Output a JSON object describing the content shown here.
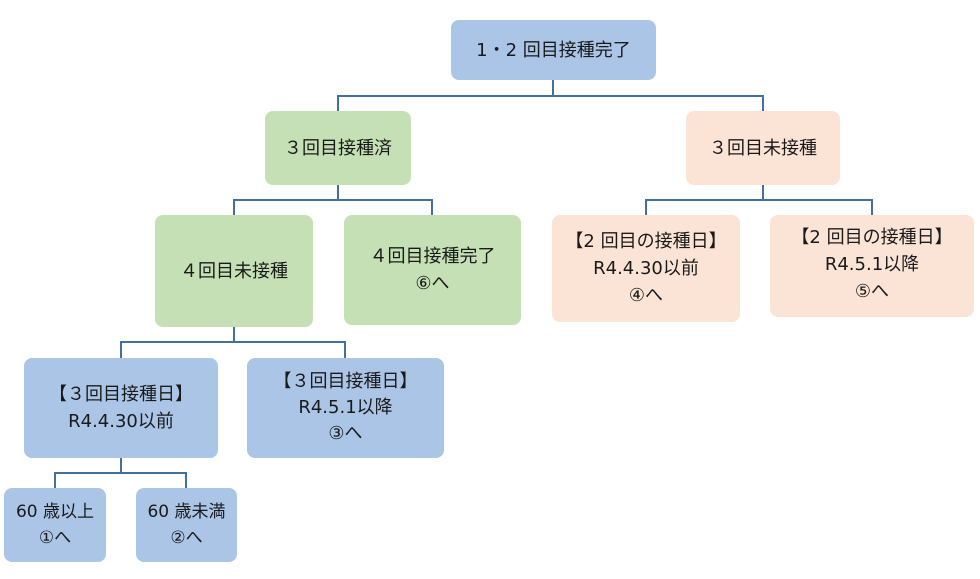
{
  "palette": {
    "blue": "#abc5e6",
    "green": "#c5e0b4",
    "peach": "#fbe4d6",
    "connector": "#41719c"
  },
  "nodes": {
    "root": {
      "lines": [
        "1・2 回目接種完了"
      ]
    },
    "d3_done": {
      "lines": [
        "３回目接種済"
      ]
    },
    "d3_not": {
      "lines": [
        "３回目未接種"
      ]
    },
    "d4_not": {
      "lines": [
        "４回目未接種"
      ]
    },
    "d4_done": {
      "lines": [
        "４回目接種完了",
        "⑥へ"
      ]
    },
    "d2_before": {
      "lines": [
        "【2 回目の接種日】",
        "R4.4.30以前",
        "④へ"
      ]
    },
    "d2_after": {
      "lines": [
        "【2 回目の接種日】",
        "R4.5.1以降",
        "⑤へ"
      ]
    },
    "d3_before": {
      "lines": [
        "【３回目接種日】",
        "R4.4.30以前"
      ]
    },
    "d3_after": {
      "lines": [
        "【３回目接種日】",
        "R4.5.1以降",
        "③へ"
      ]
    },
    "age_over": {
      "lines": [
        "60 歳以上",
        "①へ"
      ]
    },
    "age_under": {
      "lines": [
        "60 歳未満",
        "②へ"
      ]
    }
  }
}
